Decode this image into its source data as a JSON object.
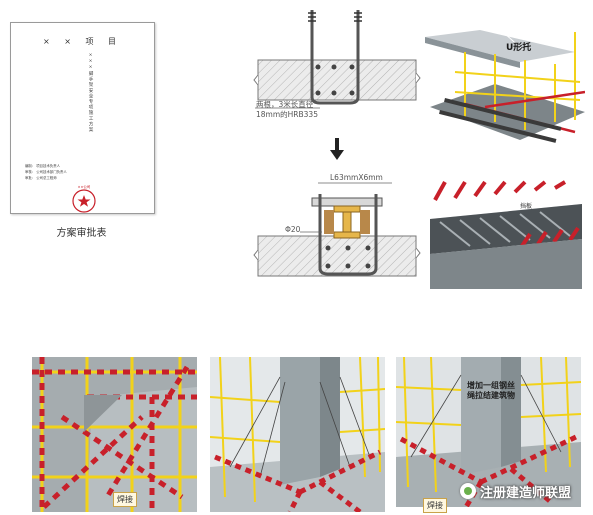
{
  "document": {
    "title": "× × 项 目",
    "vertical_title": "×××脚手架安全专项施工方案",
    "sign_lines": [
      "编制：  项目技术负责人",
      "审核：  公司技术部门负责人",
      "审批：  公司总工程师"
    ],
    "stamp_text": "××公司"
  },
  "caption": "方案审批表",
  "anchor_note_line1": "两根，3米长直径",
  "anchor_note_line2": "18mm的HRB335",
  "u_bracket_label": "U形托",
  "angle_label": "L63mmX6mm",
  "diameter_label": "Φ20",
  "lower_label": "挡板",
  "weld_label_left": "焊接",
  "weld_label_right": "焊接",
  "column_note": "增加一组钢丝绳拉结建筑物",
  "watermark": "注册建造师联盟",
  "colors": {
    "red": "#c8202a",
    "yellow": "#f2d21a",
    "concrete": "#9aa4a8"
  }
}
